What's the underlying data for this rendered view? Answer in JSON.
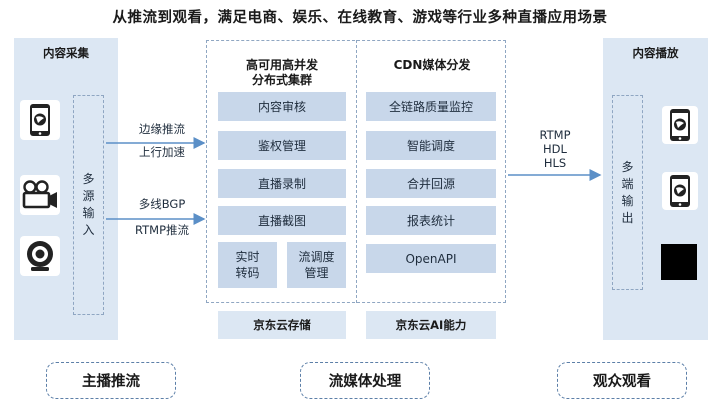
{
  "title": "从推流到观看，满足电商、娱乐、在线教育、游戏等行业多种直播应用场景",
  "left_panel": {
    "title": "内容采集",
    "vertical_label": "多源输入"
  },
  "left_arrows": {
    "top": [
      "边缘推流",
      "上行加速"
    ],
    "bottom": [
      "多线BGP",
      "RTMP推流"
    ]
  },
  "cluster": {
    "title_lines": [
      "高可用高并发",
      "分布式集群"
    ],
    "items": [
      "内容审核",
      "鉴权管理",
      "直播录制",
      "直播截图"
    ],
    "split_items": [
      [
        "实时",
        "转码"
      ],
      [
        "流调度",
        "管理"
      ]
    ],
    "footer": "京东云存储"
  },
  "cdn": {
    "title": "CDN媒体分发",
    "items": [
      "全链路质量监控",
      "智能调度",
      "合并回源",
      "报表统计",
      "OpenAPI"
    ],
    "footer": "京东云AI能力"
  },
  "right_arrow": {
    "labels": [
      "RTMP",
      "HDL",
      "HLS"
    ]
  },
  "right_panel": {
    "title": "内容播放",
    "vertical_label": "多端输出"
  },
  "bottom": {
    "left": "主播推流",
    "middle": "流媒体处理",
    "right": "观众观看"
  },
  "colors": {
    "panel": "#dce7f3",
    "bar": "#c8d7ea",
    "arrow": "#5b8fc7",
    "dashed": "#8fa6c2"
  },
  "icons": [
    "phone-icon",
    "video-camera-icon",
    "webcam-icon",
    "phone-icon",
    "phone-icon",
    "black-screen-icon"
  ]
}
